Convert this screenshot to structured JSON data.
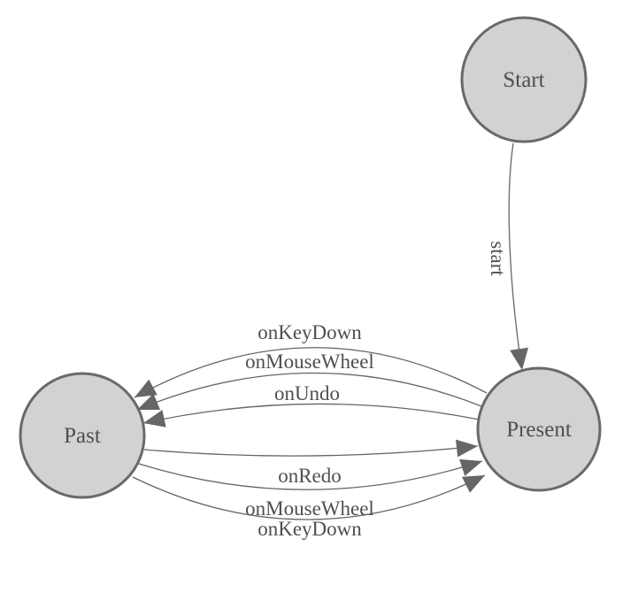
{
  "diagram": {
    "colors": {
      "background": "#ffffff",
      "node_fill": "#d2d2d2",
      "node_border": "#696969",
      "edge": "#666666",
      "arrowhead": "#666666",
      "text": "#4f4f4f"
    },
    "nodes": [
      {
        "id": "start",
        "label": "Start"
      },
      {
        "id": "past",
        "label": "Past"
      },
      {
        "id": "present",
        "label": "Present"
      }
    ],
    "edges": [
      {
        "from": "start",
        "to": "present",
        "label": "start"
      },
      {
        "from": "present",
        "to": "past",
        "label": "onKeyDown"
      },
      {
        "from": "present",
        "to": "past",
        "label": "onMouseWheel"
      },
      {
        "from": "present",
        "to": "past",
        "label": "onUndo"
      },
      {
        "from": "past",
        "to": "present",
        "label": "onRedo"
      },
      {
        "from": "past",
        "to": "present",
        "label": "onMouseWheel"
      },
      {
        "from": "past",
        "to": "present",
        "label": "onKeyDown"
      }
    ]
  }
}
